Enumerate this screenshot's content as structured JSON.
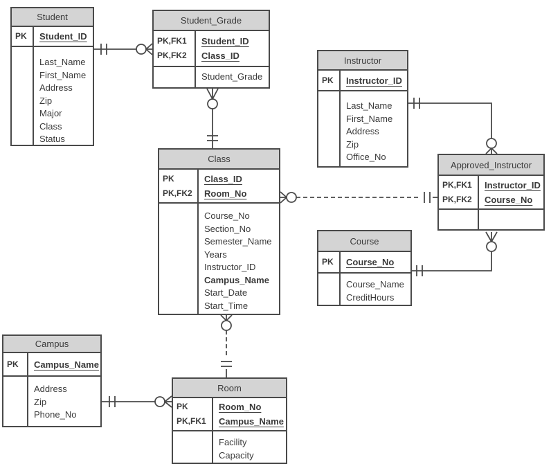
{
  "diagram_type": "entity-relationship-diagram",
  "colors": {
    "background": "#ffffff",
    "entity_header_fill": "#d4d4d4",
    "border": "#4a4a4a",
    "text": "#3a3a3a"
  },
  "entities": [
    {
      "title": "Student",
      "keys": [
        {
          "label": "PK",
          "name": "Student_ID"
        }
      ],
      "attributes": [
        "Last_Name",
        "First_Name",
        "Address",
        "Zip",
        "Major",
        "Class",
        "Status"
      ]
    },
    {
      "title": "Student_Grade",
      "keys": [
        {
          "label": "PK,FK1",
          "name": "Student_ID"
        },
        {
          "label": "PK,FK2",
          "name": "Class_ID"
        }
      ],
      "attributes": [
        "Student_Grade"
      ]
    },
    {
      "title": "Instructor",
      "keys": [
        {
          "label": "PK",
          "name": "Instructor_ID"
        }
      ],
      "attributes": [
        "Last_Name",
        "First_Name",
        "Address",
        "Zip",
        "Office_No"
      ]
    },
    {
      "title": "Approved_Instructor",
      "keys": [
        {
          "label": "PK,FK1",
          "name": "Instructor_ID"
        },
        {
          "label": "PK,FK2",
          "name": "Course_No"
        }
      ],
      "attributes": []
    },
    {
      "title": "Course",
      "keys": [
        {
          "label": "PK",
          "name": "Course_No"
        }
      ],
      "attributes": [
        "Course_Name",
        "CreditHours"
      ]
    },
    {
      "title": "Class",
      "keys": [
        {
          "label": "PK",
          "name": "Class_ID"
        },
        {
          "label": "PK,FK2",
          "name": "Room_No"
        }
      ],
      "attributes": [
        "Course_No",
        "Section_No",
        "Semester_Name",
        "Years",
        "Instructor_ID",
        "Campus_Name",
        "Start_Date",
        "Start_Time"
      ],
      "bold_attributes": [
        "Campus_Name"
      ]
    },
    {
      "title": "Campus",
      "keys": [
        {
          "label": "PK",
          "name": "Campus_Name"
        }
      ],
      "attributes": [
        "Address",
        "Zip",
        "Phone_No"
      ]
    },
    {
      "title": "Room",
      "keys": [
        {
          "label": "PK",
          "name": "Room_No"
        },
        {
          "label": "PK,FK1",
          "name": "Campus_Name"
        }
      ],
      "attributes": [
        "Facility",
        "Capacity"
      ]
    }
  ],
  "relationships": [
    {
      "from": "Student",
      "to": "Student_Grade",
      "from_end": "one-and-only-one",
      "to_end": "zero-or-many",
      "line": "solid"
    },
    {
      "from": "Class",
      "to": "Student_Grade",
      "from_end": "one-and-only-one",
      "to_end": "zero-or-many",
      "line": "solid"
    },
    {
      "from": "Approved_Instructor",
      "to": "Class",
      "from_end": "one-and-only-one",
      "to_end": "zero-or-many",
      "line": "dashed"
    },
    {
      "from": "Instructor",
      "to": "Approved_Instructor",
      "from_end": "one-and-only-one",
      "to_end": "zero-or-many",
      "line": "solid"
    },
    {
      "from": "Course",
      "to": "Approved_Instructor",
      "from_end": "one-and-only-one",
      "to_end": "zero-or-many",
      "line": "solid"
    },
    {
      "from": "Room",
      "to": "Class",
      "from_end": "one-and-only-one",
      "to_end": "zero-or-many",
      "line": "dashed"
    },
    {
      "from": "Campus",
      "to": "Room",
      "from_end": "one-and-only-one",
      "to_end": "zero-or-many",
      "line": "solid"
    }
  ]
}
